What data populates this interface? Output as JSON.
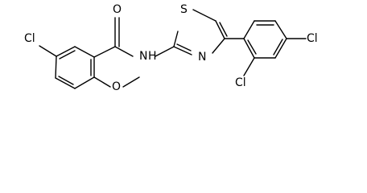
{
  "atoms": {
    "cl_left": "Cl",
    "carbonyl_o": "O",
    "amide_nh": "N",
    "amide_h": "H",
    "thiazole_s": "S",
    "thiazole_n": "N",
    "methoxy_o": "O",
    "cl_ortho": "Cl",
    "cl_para": "Cl"
  }
}
